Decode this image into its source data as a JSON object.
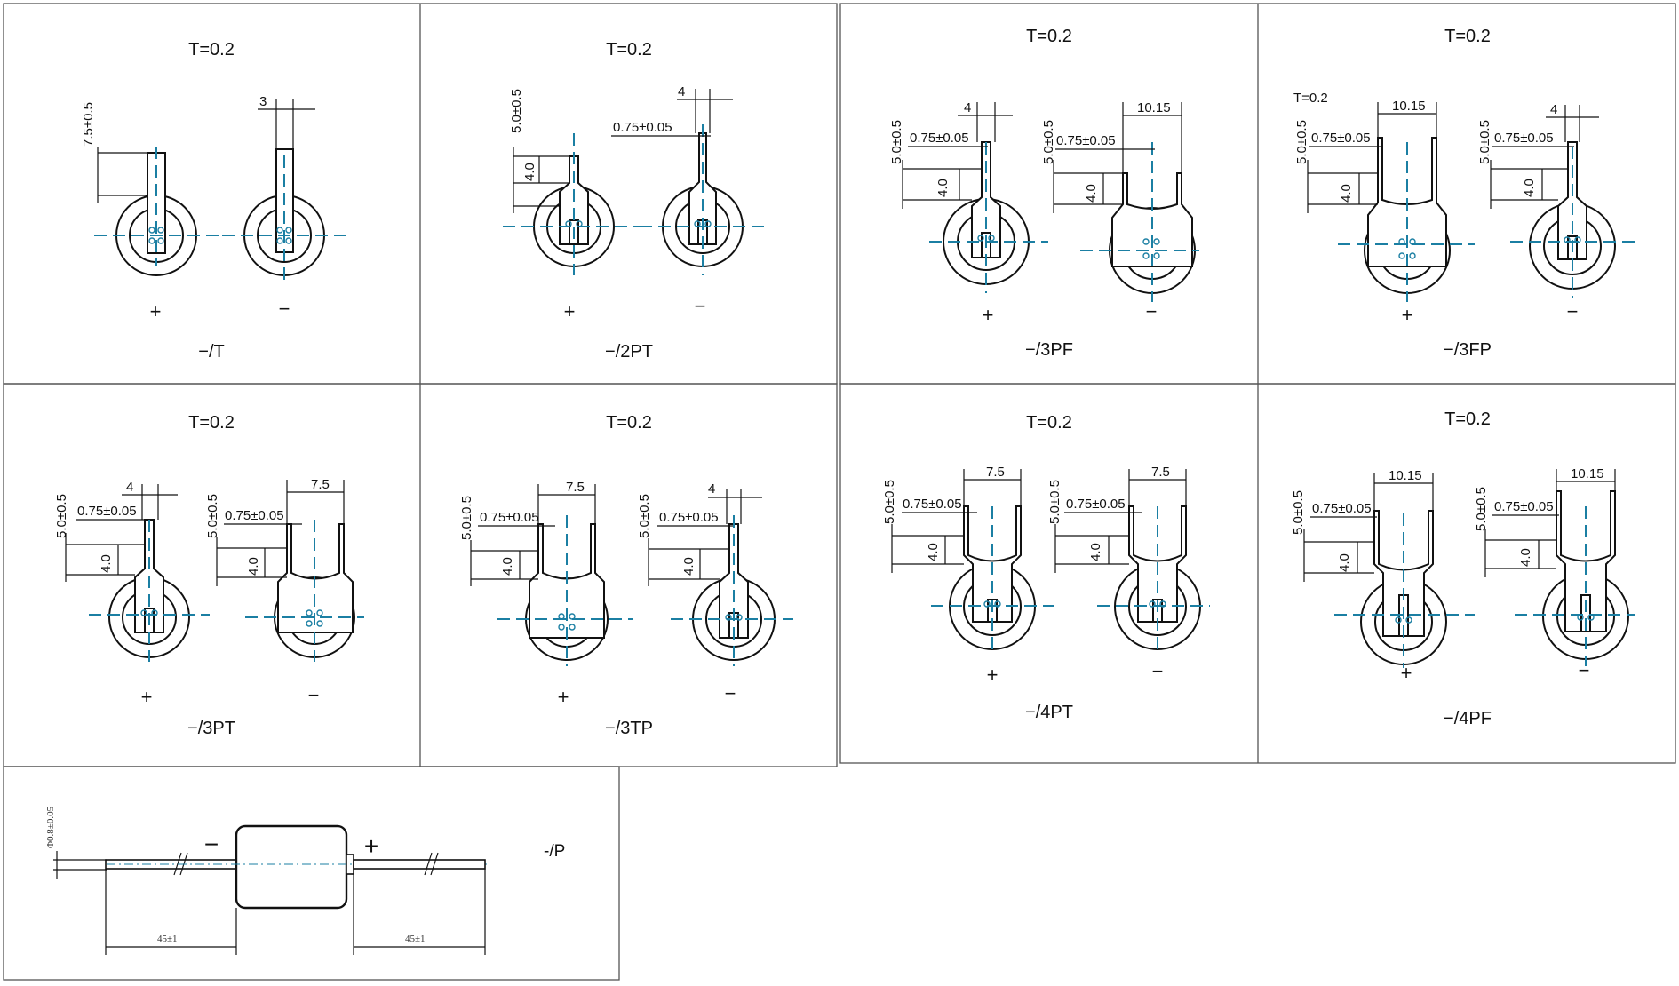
{
  "thickness": "T=0.2",
  "plus": "+",
  "minus": "−",
  "panels": [
    {
      "code": "−/T",
      "dims": {
        "a": "7.5±0.5",
        "b": "3"
      }
    },
    {
      "code": "−/2PT",
      "dims": {
        "a": "5.0±0.5",
        "b": "4.0",
        "c": "0.75±0.05",
        "d": "4"
      }
    },
    {
      "code": "−/3PF",
      "dims": {
        "a": "5.0±0.5",
        "b": "4.0",
        "c": "0.75±0.05",
        "d": "4",
        "e": "5.0±0.5",
        "f": "0.75±0.05",
        "g": "4.0",
        "h": "10.15"
      }
    },
    {
      "code": "−/3FP",
      "dims": {
        "t": "T=0.2",
        "a": "5.0±0.5",
        "c": "0.75±0.05",
        "b": "4.0",
        "h": "10.15",
        "e": "5.0±0.5",
        "f": "0.75±0.05",
        "g": "4.0",
        "d": "4"
      }
    },
    {
      "code": "−/3PT",
      "dims": {
        "a": "5.0±0.5",
        "b": "4.0",
        "c": "0.75±0.05",
        "d": "4",
        "e": "5.0±0.5",
        "f": "0.75±0.05",
        "g": "4.0",
        "h": "7.5"
      }
    },
    {
      "code": "−/3TP",
      "dims": {
        "a": "5.0±0.5",
        "c": "0.75±0.05",
        "b": "4.0",
        "h": "7.5",
        "e": "5.0±0.5",
        "f": "0.75±0.05",
        "g": "4.0",
        "d": "4"
      }
    },
    {
      "code": "−/4PT",
      "dims": {
        "a": "5.0±0.5",
        "c": "0.75±0.05",
        "b": "4.0",
        "h": "7.5",
        "e": "5.0±0.5",
        "f": "0.75±0.05",
        "g": "4.0",
        "h2": "7.5"
      }
    },
    {
      "code": "−/4PF",
      "dims": {
        "a": "5.0±0.5",
        "c": "0.75±0.05",
        "b": "4.0",
        "h": "10.15",
        "e": "5.0±0.5",
        "f": "0.75±0.05",
        "g": "4.0",
        "h2": "10.15"
      }
    }
  ],
  "axial": {
    "code": "-/P",
    "diameter": "Φ0.8±0.05",
    "lead_left": "45±1",
    "lead_right": "45±1",
    "minus": "−",
    "plus": "+"
  }
}
